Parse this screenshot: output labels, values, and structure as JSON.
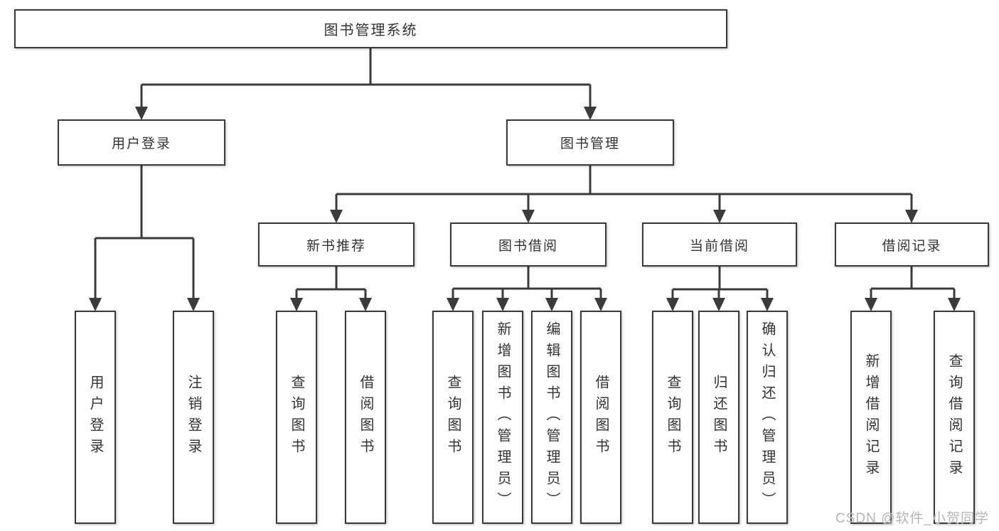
{
  "tree": {
    "root": {
      "label": "图书管理系统",
      "children": [
        {
          "label": "用户登录",
          "children": [
            {
              "label": "用户登录"
            },
            {
              "label": "注销登录"
            }
          ]
        },
        {
          "label": "图书管理",
          "children": [
            {
              "label": "新书推荐",
              "children": [
                {
                  "label": "查询图书"
                },
                {
                  "label": "借阅图书"
                }
              ]
            },
            {
              "label": "图书借阅",
              "children": [
                {
                  "label": "查询图书"
                },
                {
                  "label": "新增图书（管理员）"
                },
                {
                  "label": "编辑图书（管理员）"
                },
                {
                  "label": "借阅图书"
                }
              ]
            },
            {
              "label": "当前借阅",
              "children": [
                {
                  "label": "查询图书"
                },
                {
                  "label": "归还图书"
                },
                {
                  "label": "确认归还（管理员）"
                }
              ]
            },
            {
              "label": "借阅记录",
              "children": [
                {
                  "label": "新增借阅记录"
                },
                {
                  "label": "查询借阅记录"
                }
              ]
            }
          ]
        }
      ]
    }
  },
  "watermark": {
    "text": "CSDN @软件_小贺同学"
  },
  "colors": {
    "line": "#3b3b3b",
    "text": "#333333",
    "watermark": "#b5b5b5",
    "background": "#ffffff"
  }
}
